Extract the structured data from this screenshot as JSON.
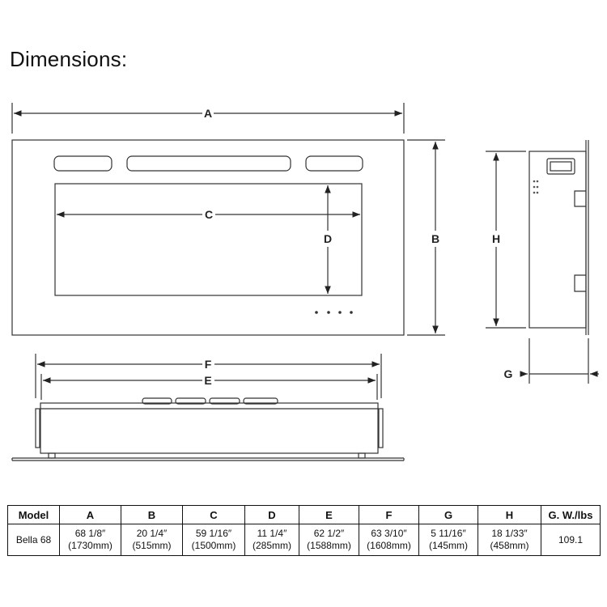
{
  "title": "Dimensions:",
  "dimension_labels": {
    "A": "A",
    "B": "B",
    "C": "C",
    "D": "D",
    "E": "E",
    "F": "F",
    "G": "G",
    "H": "H"
  },
  "table": {
    "headers": [
      "Model",
      "A",
      "B",
      "C",
      "D",
      "E",
      "F",
      "G",
      "H",
      "G. W./lbs"
    ],
    "row": [
      {
        "l1": "Bella 68",
        "l2": ""
      },
      {
        "l1": "68 1/8″",
        "l2": "(1730mm)"
      },
      {
        "l1": "20 1/4″",
        "l2": "(515mm)"
      },
      {
        "l1": "59 1/16″",
        "l2": "(1500mm)"
      },
      {
        "l1": "11 1/4″",
        "l2": "(285mm)"
      },
      {
        "l1": "62 1/2″",
        "l2": "(1588mm)"
      },
      {
        "l1": "63 3/10″",
        "l2": "(1608mm)"
      },
      {
        "l1": "5 11/16″",
        "l2": "(145mm)"
      },
      {
        "l1": "18 1/33″",
        "l2": "(458mm)"
      },
      {
        "l1": "109.1",
        "l2": ""
      }
    ]
  }
}
